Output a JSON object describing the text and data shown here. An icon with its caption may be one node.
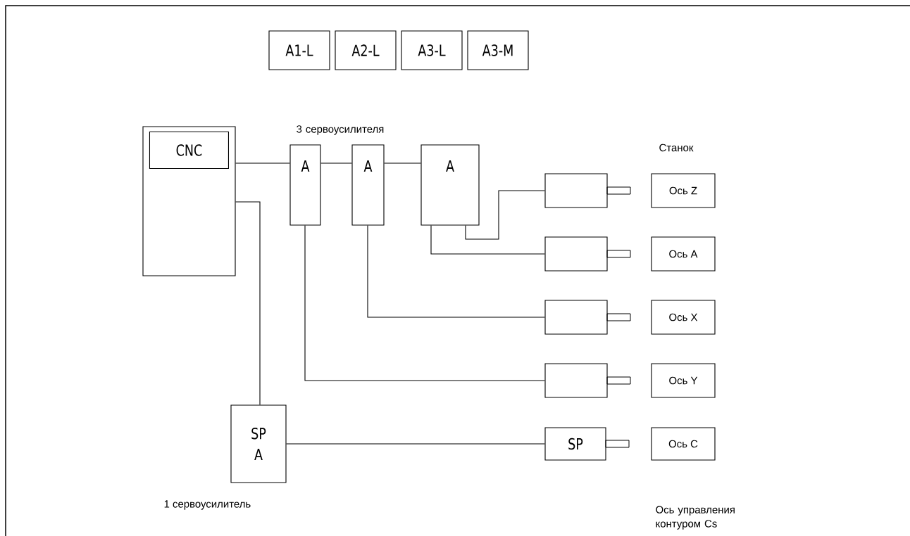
{
  "diagram": {
    "nodes": [
      {
        "text": [
          "A1-L"
        ]
      },
      {
        "text": [
          "A2-L"
        ]
      },
      {
        "text": [
          "A3-L"
        ]
      },
      {
        "text": [
          "A3-M"
        ]
      },
      {
        "text": [],
        "shape": "box"
      },
      {
        "text": [
          "CNC"
        ],
        "in": 4
      },
      {
        "text": [
          "A"
        ]
      },
      {
        "text": [
          "A"
        ]
      },
      {
        "text": [
          "A"
        ]
      },
      {
        "text": [],
        "shape": "box"
      },
      {
        "text": [
          "Ось Z"
        ]
      },
      {
        "text": [],
        "shape": "box"
      },
      {
        "text": [
          "Ось A"
        ]
      },
      {
        "text": [],
        "shape": "box"
      },
      {
        "text": [
          "Ось X"
        ]
      },
      {
        "text": [],
        "shape": "box"
      },
      {
        "text": [
          "Ось Y"
        ]
      },
      {
        "text": [
          "SP A"
        ],
        "beside": [
          "1 сервоусилитель"
        ]
      },
      {
        "text": [
          "SP"
        ]
      },
      {
        "text": [
          "Ось C"
        ]
      }
    ],
    "edges": [
      {
        "from": 4,
        "to": 6,
        "arrow": "none"
      },
      {
        "from": 6,
        "to": 7,
        "arrow": "none"
      },
      {
        "from": 7,
        "to": 8,
        "arrow": "none"
      },
      {
        "from": 8,
        "to": 9,
        "arrow": "none"
      },
      {
        "from": 8,
        "to": 11,
        "arrow": "none"
      },
      {
        "from": 7,
        "to": 13,
        "arrow": "none"
      },
      {
        "from": 6,
        "to": 15,
        "arrow": "none"
      },
      {
        "from": 4,
        "to": 17,
        "arrow": "none"
      },
      {
        "from": 17,
        "to": 18,
        "arrow": "none"
      }
    ],
    "labels": [
      "3 сервоусилителя",
      "Станок",
      "Ось управления контуром Cs"
    ]
  }
}
